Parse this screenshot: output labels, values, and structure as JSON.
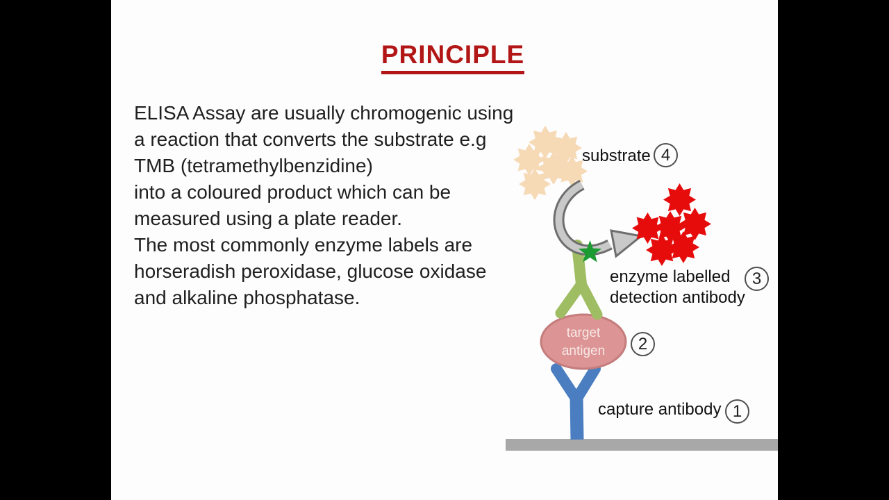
{
  "slide": {
    "title": "PRINCIPLE",
    "body_lines": [
      "ELISA Assay are usually chromogenic using",
      "a reaction that converts the substrate e.g",
      "TMB (tetramethylbenzidine)",
      "into a coloured product which can be",
      "measured using a plate reader.",
      "The most commonly enzyme labels are",
      "horseradish peroxidase, glucose oxidase",
      "and alkaline phosphatase."
    ]
  },
  "diagram": {
    "substrate_label": "substrate",
    "substrate_number": "4",
    "enzyme_label_line1": "enzyme labelled",
    "enzyme_label_line2": "detection antibody",
    "enzyme_number": "3",
    "antigen_label_line1": "target",
    "antigen_label_line2": "antigen",
    "antigen_number": "2",
    "capture_label": "capture antibody",
    "capture_number": "1",
    "colors": {
      "title_red": "#b21616",
      "substrate_beige": "#f6d9b5",
      "product_red": "#e60c0c",
      "arrow_gray_fill": "#c9c9c9",
      "arrow_gray_outline": "#6e6e6e",
      "detection_antibody_green": "#9fbd62",
      "enzyme_star_green": "#1d9b33",
      "antigen_pink_fill": "#dd9494",
      "antigen_pink_border": "#c47c7c",
      "capture_antibody_blue": "#4a7ec1",
      "plate_gray": "#a8a8a8"
    }
  }
}
